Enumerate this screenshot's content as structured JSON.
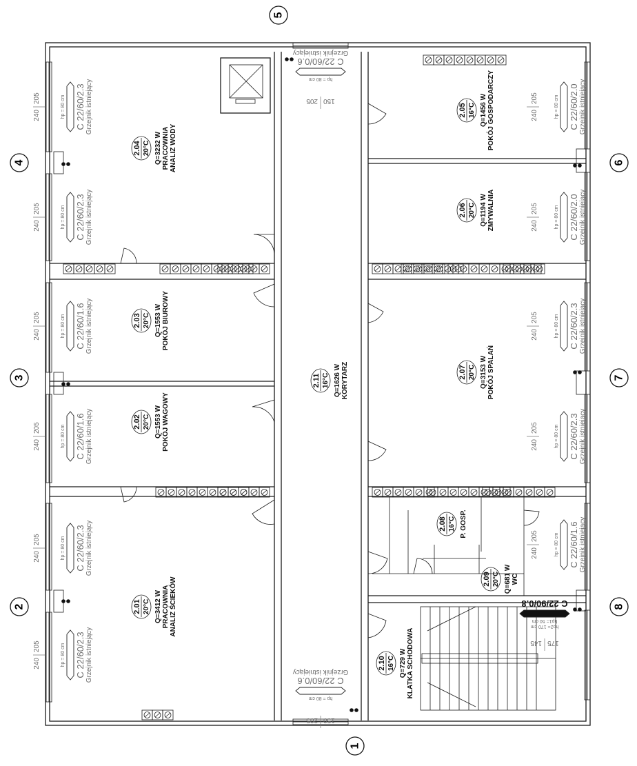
{
  "axes": [
    "1",
    "2",
    "3",
    "4",
    "5",
    "6",
    "7",
    "8"
  ],
  "rooms": [
    {
      "num": "2.01",
      "temp": "20°C",
      "q": "Q=3412 W",
      "name1": "PRACOWNIA",
      "name2": "ANALIZ ŚCIEKÓW"
    },
    {
      "num": "2.02",
      "temp": "20°C",
      "q": "Q=1553 W",
      "name1": "POKÓJ WAGOWY",
      "name2": ""
    },
    {
      "num": "2.03",
      "temp": "20°C",
      "q": "Q=1553 W",
      "name1": "POKÓJ BIUROWY",
      "name2": ""
    },
    {
      "num": "2.04",
      "temp": "20°C",
      "q": "Q=3232 W",
      "name1": "PRACOWNIA",
      "name2": "ANALIZ WODY"
    },
    {
      "num": "2.05",
      "temp": "16°C",
      "q": "Q=1456 W",
      "name1": "POKÓJ GOSPODARCZY",
      "name2": ""
    },
    {
      "num": "2.06",
      "temp": "20°C",
      "q": "Q=1194 W",
      "name1": "ZMYWALNIA",
      "name2": ""
    },
    {
      "num": "2.07",
      "temp": "20°C",
      "q": "Q=3153 W",
      "name1": "POKÓJ SPALAŃ",
      "name2": ""
    },
    {
      "num": "2.08",
      "temp": "16°C",
      "q": "",
      "name1": "P. GOSP.",
      "name2": ""
    },
    {
      "num": "2.09",
      "temp": "20°C",
      "q": "Q=681 W",
      "name1": "WC",
      "name2": ""
    },
    {
      "num": "2.10",
      "temp": "16°C",
      "q": "Q=729 W",
      "name1": "KLATKA SCHODOWA",
      "name2": ""
    },
    {
      "num": "2.11",
      "temp": "16°C",
      "q": "Q=1626 W",
      "name1": "KORYTARZ",
      "name2": ""
    }
  ],
  "radiators": [
    {
      "type": "C 22/60/2.3",
      "note": "Grzejnik istniejący",
      "hp": "hp = 80 cm",
      "h1": "240",
      "h2": "205"
    },
    {
      "type": "C 22/60/2.3",
      "note": "Grzejnik istniejący",
      "hp": "hp = 80 cm",
      "h1": "240",
      "h2": "205"
    },
    {
      "type": "C 22/60/1.6",
      "note": "Grzejnik istniejący",
      "hp": "hp = 80 cm",
      "h1": "240",
      "h2": "205"
    },
    {
      "type": "C 22/60/1.6",
      "note": "Grzejnik istniejący",
      "hp": "hp = 80 cm",
      "h1": "240",
      "h2": "205"
    },
    {
      "type": "C 22/60/2.3",
      "note": "Grzejnik istniejący",
      "hp": "hp = 80 cm",
      "h1": "240",
      "h2": "205"
    },
    {
      "type": "C 22/60/2.3",
      "note": "Grzejnik istniejący",
      "hp": "hp = 80 cm",
      "h1": "240",
      "h2": "205"
    },
    {
      "type": "C 22/60/2.0",
      "note": "Grzejnik istniejący",
      "hp": "hp = 80 cm",
      "h1": "240",
      "h2": "205"
    },
    {
      "type": "C 22/60/2.0",
      "note": "Grzejnik istniejący",
      "hp": "hp = 80 cm",
      "h1": "240",
      "h2": "205"
    },
    {
      "type": "C 22/60/2.3",
      "note": "Grzejnik istniejący",
      "hp": "hp = 80 cm",
      "h1": "240",
      "h2": "205"
    },
    {
      "type": "C 22/60/2.3",
      "note": "Grzejnik istniejący",
      "hp": "hp = 80 cm",
      "h1": "240",
      "h2": "205"
    },
    {
      "type": "C 22/60/1.6",
      "note": "Grzejnik istniejący",
      "hp": "hp = 80 cm",
      "h1": "240",
      "h2": "205"
    },
    {
      "type": "C 22/60/0.6",
      "note": "Grzejnik istniejący",
      "hp": "hp = 80 cm",
      "h1": "150",
      "h2": "205"
    },
    {
      "type": "C 22/60/0.6",
      "note": "Grzejnik istniejący",
      "hp": "hp = 80 cm",
      "h1": "150",
      "h2": "205"
    },
    {
      "type": "C 22/90/0.8",
      "note": "",
      "hp": "hp1= 50 cm",
      "hp2": "hp2= 170 cm",
      "h1": "175",
      "h2": "145"
    }
  ]
}
